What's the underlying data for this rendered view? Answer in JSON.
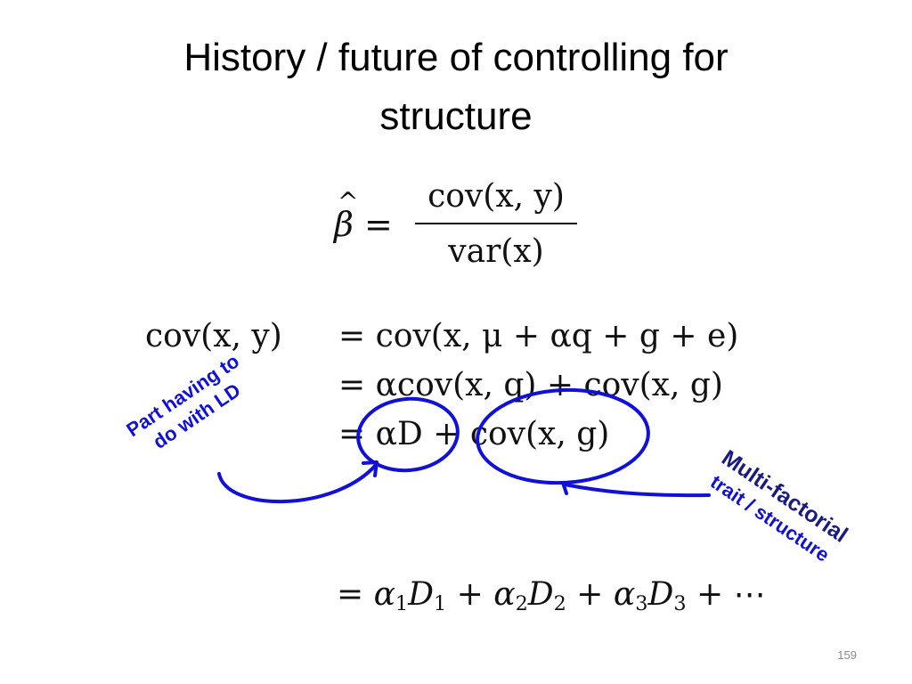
{
  "slide": {
    "title_line1": "History / future of controlling for",
    "title_line2": "structure",
    "page_number": "159"
  },
  "equations": {
    "beta_lhs": "β",
    "beta_eq": " = ",
    "frac_numerator": "cov(x, y)",
    "frac_denominator": "var(x)",
    "cov_lhs": "cov(x, y)",
    "row1": "= cov(x, μ + αq + g + e)",
    "row2": "= αcov(x, q) + cov(x, g)",
    "row3": "= αD + cov(x, g)",
    "row_sum": {
      "eq": "= ",
      "a": "α",
      "D": "D",
      "plus": " + ",
      "i1": "1",
      "i2": "2",
      "i3": "3",
      "dots": "⋯"
    }
  },
  "annotations": {
    "ld_line1": "Part having to",
    "ld_line2": "do with LD",
    "mf_line1": "Multi-factorial",
    "mf_line2": "trait / structure"
  },
  "colors": {
    "annotation_blue": "#1010d8",
    "annotation_dark_blue": "#1a1a80",
    "ink": "#111111"
  }
}
